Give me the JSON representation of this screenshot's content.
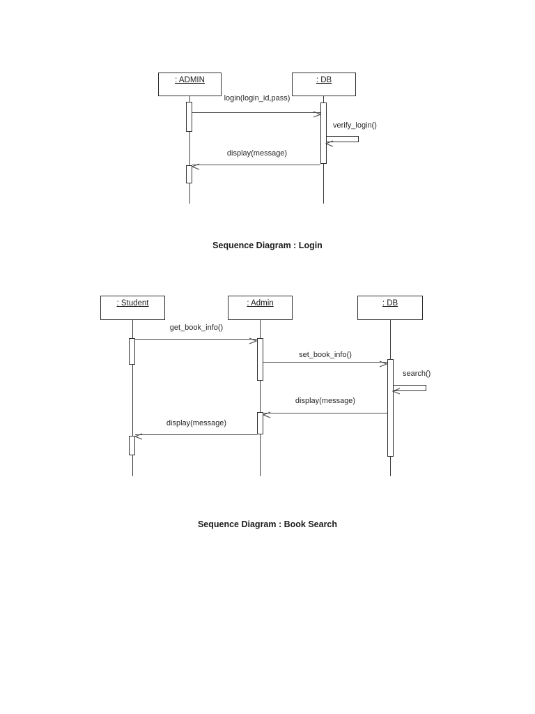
{
  "colors": {
    "background": "#ffffff",
    "box_border": "#2d2d2d",
    "lifeline": "#3c3c3c",
    "arrow": "#4a4a4a",
    "text": "#262626",
    "title_text": "#1a1a1a"
  },
  "diagrams": [
    {
      "title": "Sequence Diagram : Login",
      "actors": [
        {
          "name": ": ADMIN"
        },
        {
          "name": ": DB"
        }
      ],
      "messages": [
        {
          "label": "login(login_id,pass)",
          "from": ": ADMIN",
          "to": ": DB",
          "type": "call"
        },
        {
          "label": "verify_login()",
          "from": ": DB",
          "to": ": DB",
          "type": "self"
        },
        {
          "label": "display(message)",
          "from": ": DB",
          "to": ": ADMIN",
          "type": "return"
        }
      ]
    },
    {
      "title": "Sequence Diagram : Book Search",
      "actors": [
        {
          "name": ": Student"
        },
        {
          "name": ": Admin"
        },
        {
          "name": ": DB"
        }
      ],
      "messages": [
        {
          "label": "get_book_info()",
          "from": ": Student",
          "to": ": Admin",
          "type": "call"
        },
        {
          "label": "set_book_info()",
          "from": ": Admin",
          "to": ": DB",
          "type": "call"
        },
        {
          "label": "search()",
          "from": ": DB",
          "to": ": DB",
          "type": "self"
        },
        {
          "label": "display(message)",
          "from": ": DB",
          "to": ": Admin",
          "type": "return"
        },
        {
          "label": "display(message)",
          "from": ": Admin",
          "to": ": Student",
          "type": "return"
        }
      ]
    }
  ]
}
